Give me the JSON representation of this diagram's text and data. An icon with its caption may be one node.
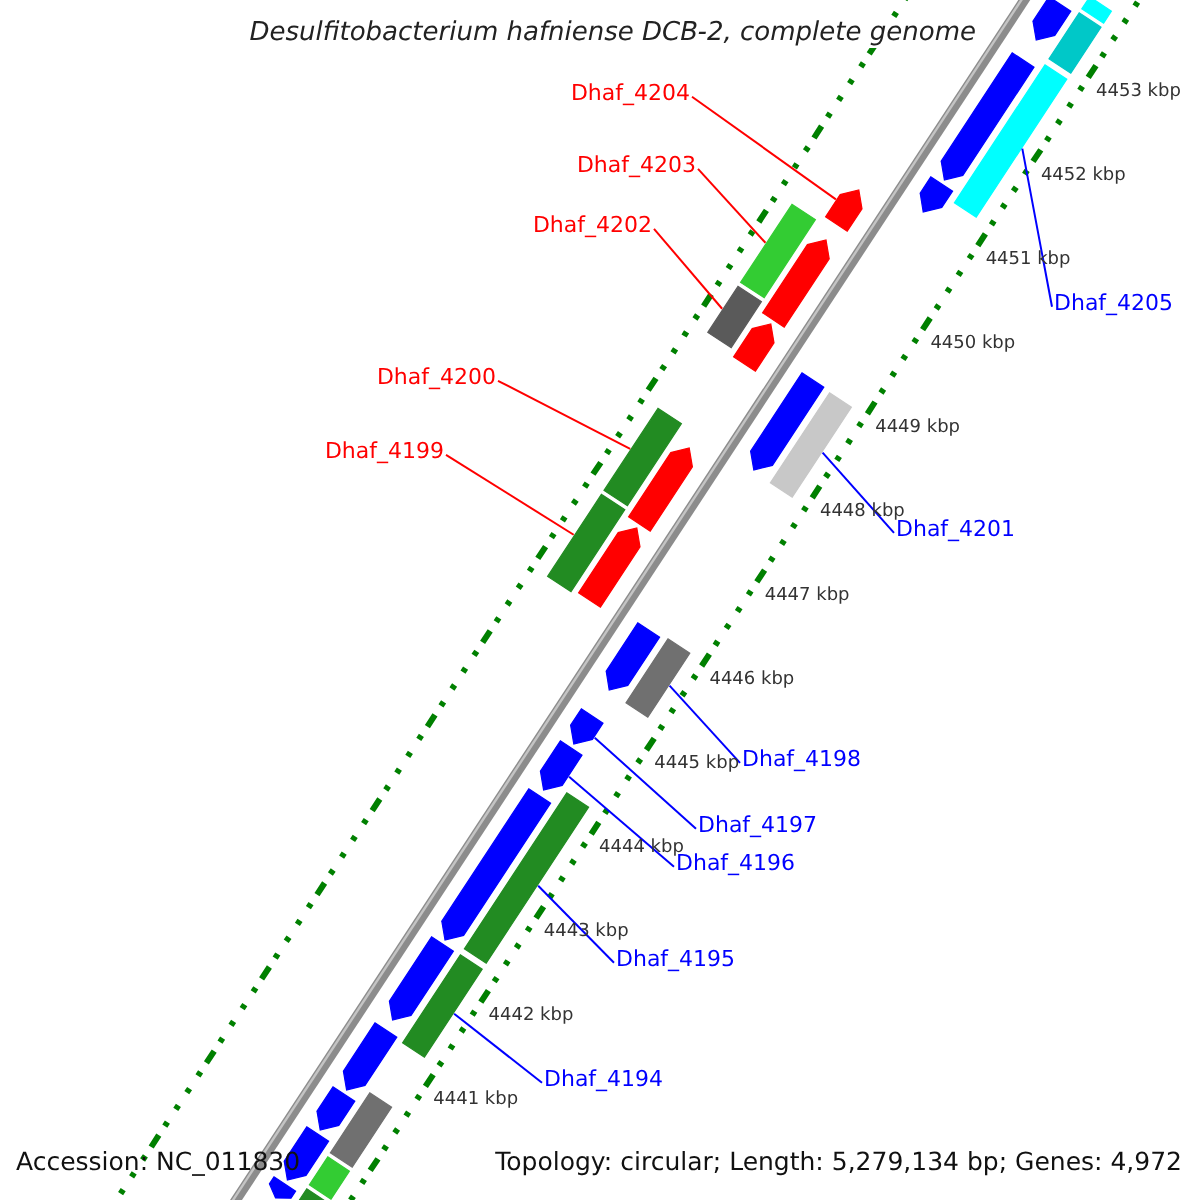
{
  "diagram": {
    "title": "Desulfitobacterium hafniense DCB-2, complete genome",
    "nodes": [
      {
        "text": [
          "Dhaf_4204"
        ]
      },
      {
        "text": [
          "Dhaf_4203"
        ]
      },
      {
        "text": [
          "Dhaf_4202"
        ]
      },
      {
        "text": [
          "Dhaf_4205"
        ]
      },
      {
        "text": [
          "Dhaf_4200"
        ]
      },
      {
        "text": [
          "Dhaf_4199"
        ]
      },
      {
        "text": [
          "Dhaf_4201"
        ]
      },
      {
        "text": [
          "Dhaf_4198"
        ]
      },
      {
        "text": [
          "Dhaf_4197"
        ]
      },
      {
        "text": [
          "Dhaf_4196"
        ]
      },
      {
        "text": [
          "Dhaf_4195"
        ]
      },
      {
        "text": [
          "Dhaf_4194"
        ]
      },
      {
        "text": [],
        "shape": "box"
      },
      {
        "text": [],
        "shape": "box"
      },
      {
        "text": [],
        "shape": "box"
      },
      {
        "text": [],
        "shape": "box"
      },
      {
        "text": [],
        "shape": "box"
      },
      {
        "text": [],
        "shape": "box"
      },
      {
        "text": [],
        "shape": "box"
      },
      {
        "text": [],
        "shape": "box"
      },
      {
        "text": [],
        "shape": "box"
      },
      {
        "text": [],
        "shape": "box"
      },
      {
        "text": [],
        "shape": "box"
      },
      {
        "text": [],
        "shape": "box"
      },
      {
        "text": [],
        "shape": "box"
      },
      {
        "text": [],
        "shape": "box"
      },
      {
        "text": [],
        "shape": "box"
      },
      {
        "text": [],
        "shape": "box"
      },
      {
        "text": [],
        "shape": "box"
      },
      {
        "text": [],
        "shape": "box"
      },
      {
        "text": [],
        "shape": "box"
      },
      {
        "text": [],
        "shape": "box"
      },
      {
        "text": [],
        "shape": "box"
      },
      {
        "text": [],
        "shape": "box"
      },
      {
        "text": [],
        "shape": "box"
      },
      {
        "text": [],
        "shape": "box"
      },
      {
        "text": [],
        "shape": "box"
      },
      {
        "text": [],
        "shape": "box"
      },
      {
        "text": [],
        "shape": "box"
      },
      {
        "text": [],
        "shape": "box"
      },
      {
        "text": [],
        "shape": "box"
      },
      {
        "text": [],
        "shape": "box"
      },
      {
        "text": [],
        "shape": "box"
      },
      {
        "text": [],
        "shape": "box"
      }
    ],
    "edges": [
      {
        "from": 0,
        "to": 18,
        "arrow": "none",
        "color": "#ff0000"
      },
      {
        "from": 1,
        "to": 19,
        "arrow": "none",
        "color": "#ff0000"
      },
      {
        "from": 2,
        "to": 21,
        "arrow": "none",
        "color": "#ff0000"
      },
      {
        "from": 3,
        "to": 16,
        "arrow": "none",
        "color": "#0000ff"
      },
      {
        "from": 4,
        "to": 25,
        "arrow": "none",
        "color": "#ff0000"
      },
      {
        "from": 5,
        "to": 27,
        "arrow": "none",
        "color": "#ff0000"
      },
      {
        "from": 6,
        "to": 24,
        "arrow": "none",
        "color": "#0000ff"
      },
      {
        "from": 7,
        "to": 30,
        "arrow": "none",
        "color": "#0000ff"
      },
      {
        "from": 8,
        "to": 31,
        "arrow": "none",
        "color": "#0000ff"
      },
      {
        "from": 9,
        "to": 32,
        "arrow": "none",
        "color": "#0000ff"
      },
      {
        "from": 10,
        "to": 34,
        "arrow": "none",
        "color": "#0000ff"
      },
      {
        "from": 11,
        "to": 36,
        "arrow": "none",
        "color": "#0000ff"
      }
    ],
    "labels": [
      "4453 kbp",
      "4452 kbp",
      "4451 kbp",
      "4450 kbp",
      "4449 kbp",
      "4448 kbp",
      "4447 kbp",
      "4446 kbp",
      "4445 kbp",
      "4444 kbp",
      "4443 kbp",
      "4442 kbp",
      "4441 kbp",
      "Accession: NC_011830",
      "Topology: circular; Length: 5,279,134 bp; Genes: 4,972"
    ]
  }
}
